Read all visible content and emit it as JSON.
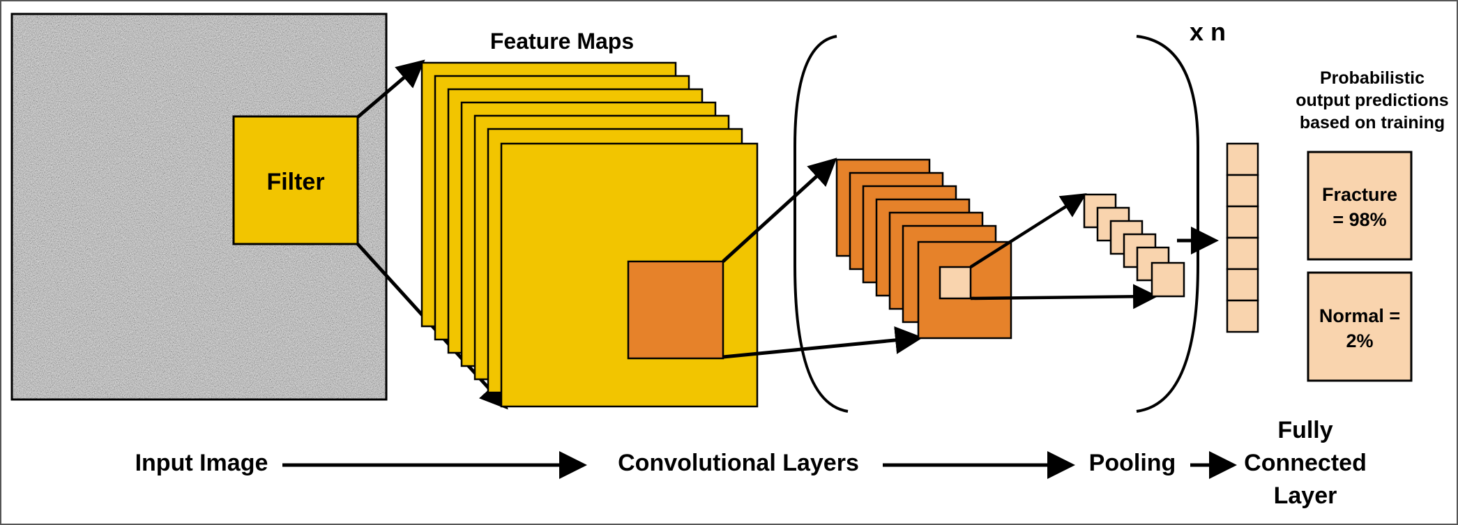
{
  "labels": {
    "filter": "Filter",
    "feature_maps": "Feature Maps",
    "repeat": "x n",
    "probabilistic": [
      "Probabilistic",
      "output predictions",
      "based on training"
    ],
    "fracture": [
      "Fracture",
      "= 98%"
    ],
    "normal": [
      "Normal =",
      "2%"
    ],
    "input_image": "Input Image",
    "convolutional_layers": "Convolutional Layers",
    "pooling": "Pooling",
    "fully_connected": [
      "Fully",
      "Connected",
      "Layer"
    ]
  },
  "colors": {
    "feature_map": "#F2C500",
    "conv_orange": "#E6822A",
    "pool_peach": "#F9D4AE",
    "output_peach": "#F9D4AE",
    "stroke": "#000000",
    "noise_light": "#bdbdbd"
  }
}
